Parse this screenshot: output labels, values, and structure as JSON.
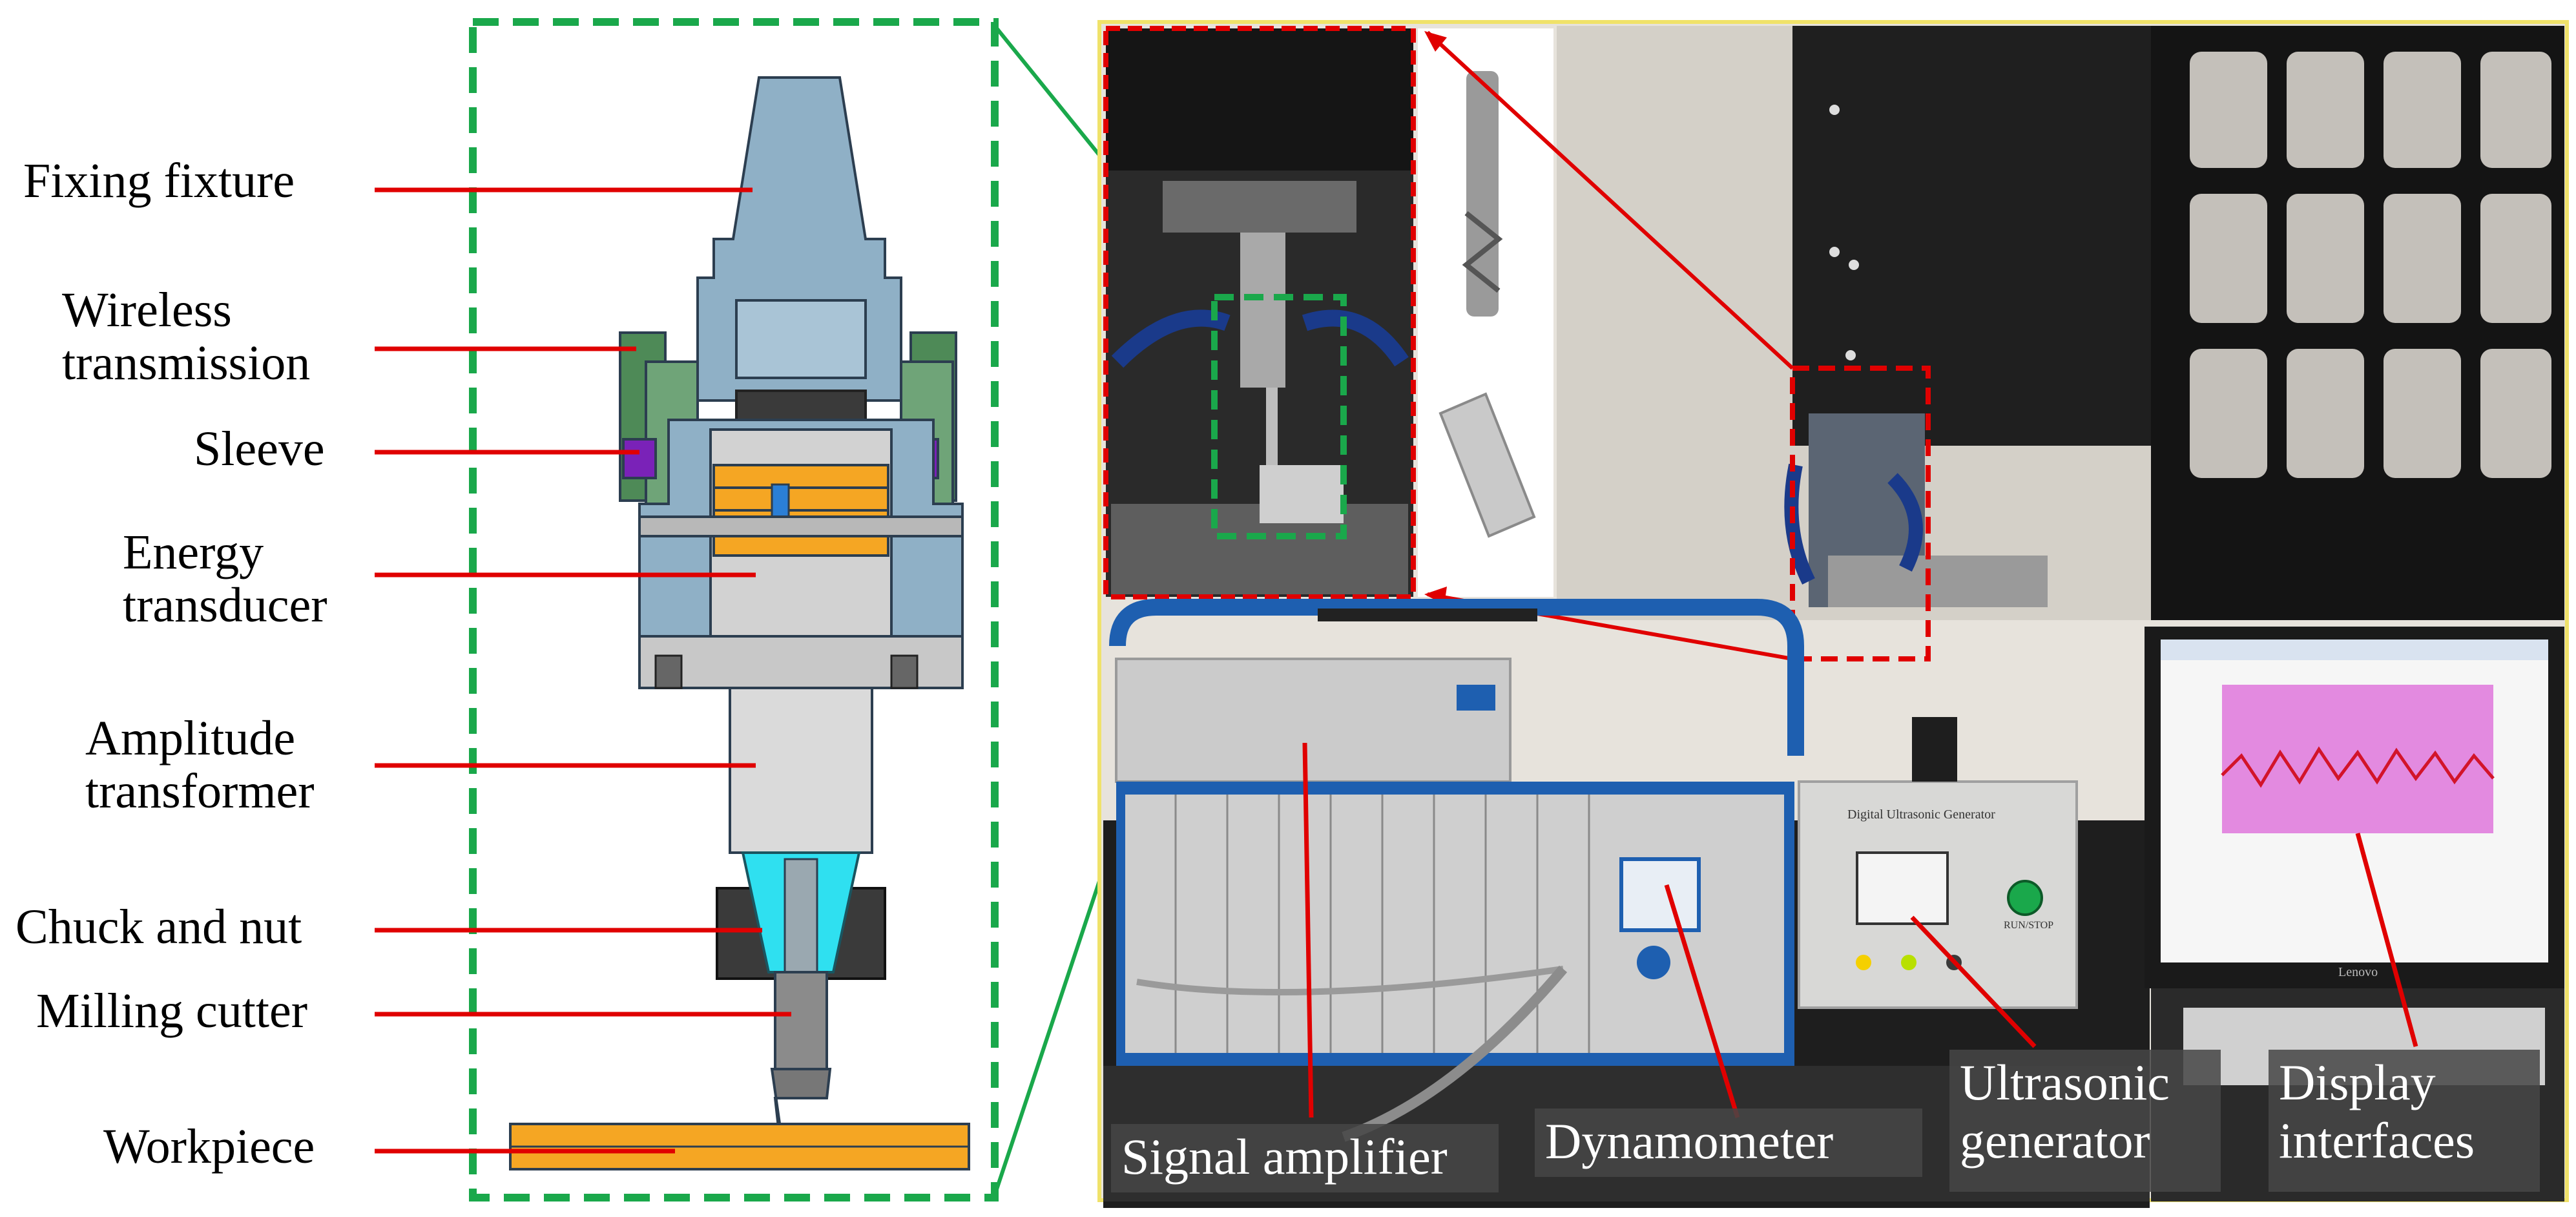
{
  "schematic": {
    "labels": {
      "fixing_fixture": "Fixing fixture",
      "wireless_line1": "Wireless",
      "wireless_line2": "transmission",
      "sleeve": "Sleeve",
      "energy_line1": "Energy",
      "energy_line2": "transducer",
      "amplitude_line1": "Amplitude",
      "amplitude_line2": "transformer",
      "chuck_and_nut": "Chuck and nut",
      "milling_cutter": "Milling cutter",
      "workpiece": "Workpiece"
    }
  },
  "photo": {
    "labels": {
      "signal_amplifier": "Signal amplifier",
      "dynamometer": "Dynamometer",
      "ultrasonic_line1": "Ultrasonic",
      "ultrasonic_line2": "generator",
      "display_line1": "Display",
      "display_line2": "interfaces"
    },
    "generator_panel_text": "Digital Ultrasonic Generator",
    "run_stop_label": "RUN/STOP",
    "laptop_brand": "Lenovo"
  },
  "colors": {
    "callout_line": "#e00000",
    "zoom_box_green": "#1aa84b",
    "zoom_box_red": "#e00000",
    "schematic_blue": "#8fb0c6",
    "schematic_green": "#4e8a57",
    "schematic_orange": "#f5a623",
    "schematic_purple": "#7a22b8",
    "schematic_cyan": "#2fe0f0"
  }
}
